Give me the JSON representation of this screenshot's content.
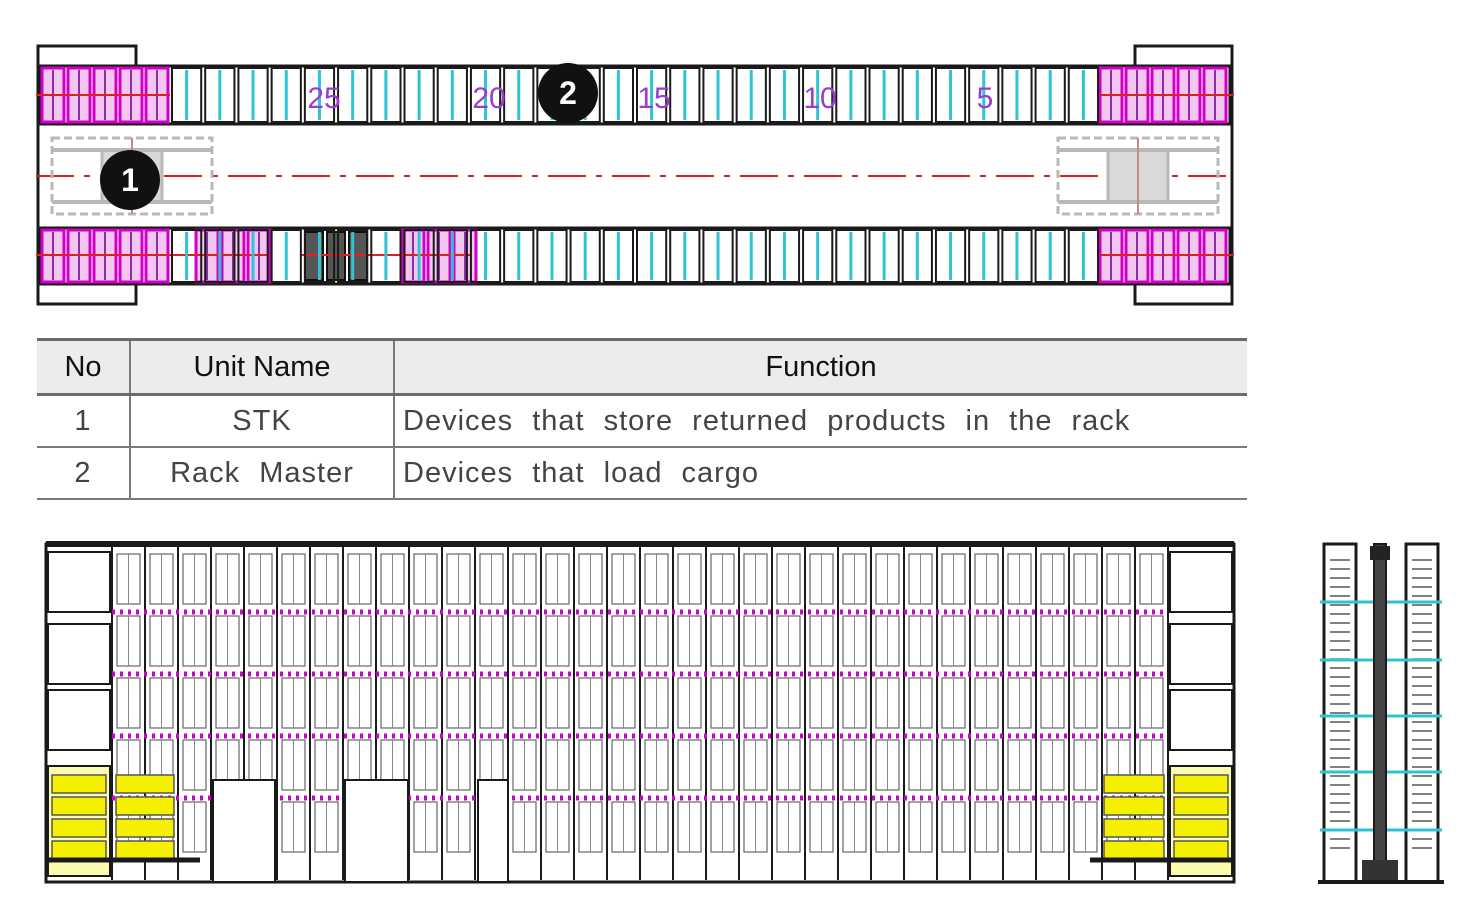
{
  "plan": {
    "callouts": [
      {
        "no": "1",
        "target": "STK"
      },
      {
        "no": "2",
        "target": "Rack Master"
      }
    ],
    "bay_numbers": [
      "25",
      "20",
      "15",
      "10",
      "5"
    ]
  },
  "table": {
    "headers": [
      "No",
      "Unit Name",
      "Function"
    ],
    "rows": [
      {
        "no": "1",
        "name": "STK",
        "function": "Devices that store returned products in the rack"
      },
      {
        "no": "2",
        "name": "Rack Master",
        "function": "Devices that load cargo"
      }
    ]
  },
  "colors": {
    "outline": "#1a1a1a",
    "rack_cyan": "#2fc4d4",
    "port_magenta": "#d000c8",
    "centerline_red": "#e02020",
    "crane_gray": "#b8b8b8",
    "conveyor_yellow": "#f4f000"
  }
}
